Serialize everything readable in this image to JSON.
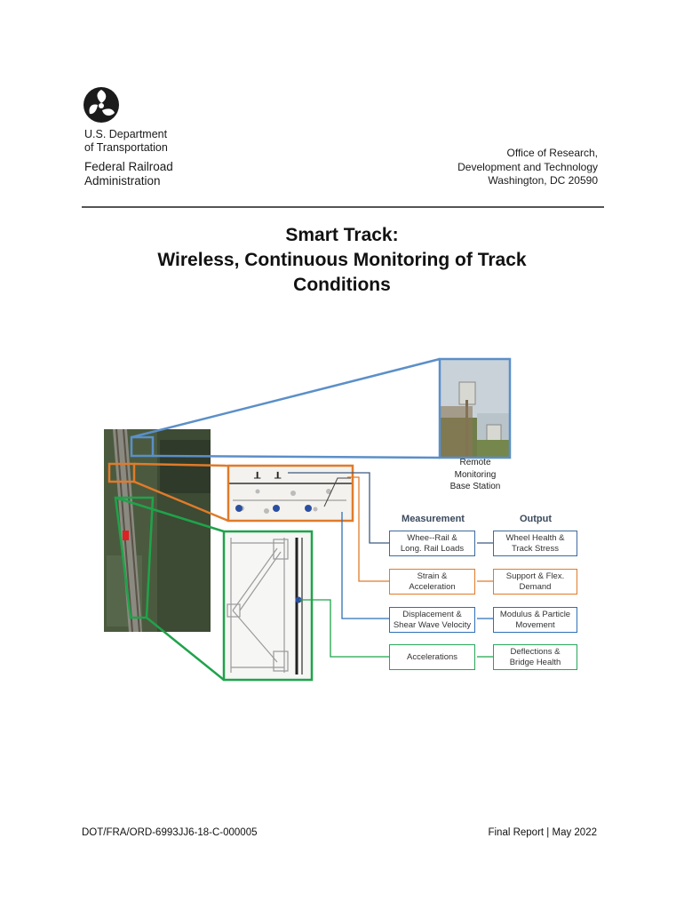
{
  "header": {
    "agency_line1": "U.S. Department",
    "agency_line2": "of Transportation",
    "fra_line1": "Federal Railroad",
    "fra_line2": "Administration",
    "office_line1": "Office of Research,",
    "office_line2": "Development and Technology",
    "office_line3": "Washington, DC 20590"
  },
  "title": {
    "line1": "Smart Track:",
    "line2": "Wireless, Continuous Monitoring of Track",
    "line3": "Conditions"
  },
  "figure": {
    "base_station": [
      "Remote",
      "Monitoring",
      "Base Station"
    ],
    "measurement_header": "Measurement",
    "output_header": "Output",
    "rows": [
      {
        "measurement": [
          "Whee--Rail &",
          "Long. Rail Loads"
        ],
        "output": [
          "Wheel Health &",
          "Track Stress"
        ],
        "color": "#3d6a9e"
      },
      {
        "measurement": [
          "Strain &",
          "Acceleration"
        ],
        "output": [
          "Support & Flex.",
          "Demand"
        ],
        "color": "#e07b2a"
      },
      {
        "measurement": [
          "Displacement &",
          "Shear Wave Velocity"
        ],
        "output": [
          "Modulus & Particle",
          "Movement"
        ],
        "color": "#2e6fb5"
      },
      {
        "measurement": [
          "Accelerations"
        ],
        "output": [
          "Deflections &",
          "Bridge Health"
        ],
        "color": "#27a659"
      }
    ],
    "colors": {
      "blue_callout": "#5b8fc9",
      "orange": "#e07b2a",
      "green": "#1fa34a",
      "navy": "#3d5a80"
    }
  },
  "footer": {
    "report_number": "DOT/FRA/ORD-6993JJ6-18-C-000005",
    "report_type": "Final Report | May 2022"
  }
}
